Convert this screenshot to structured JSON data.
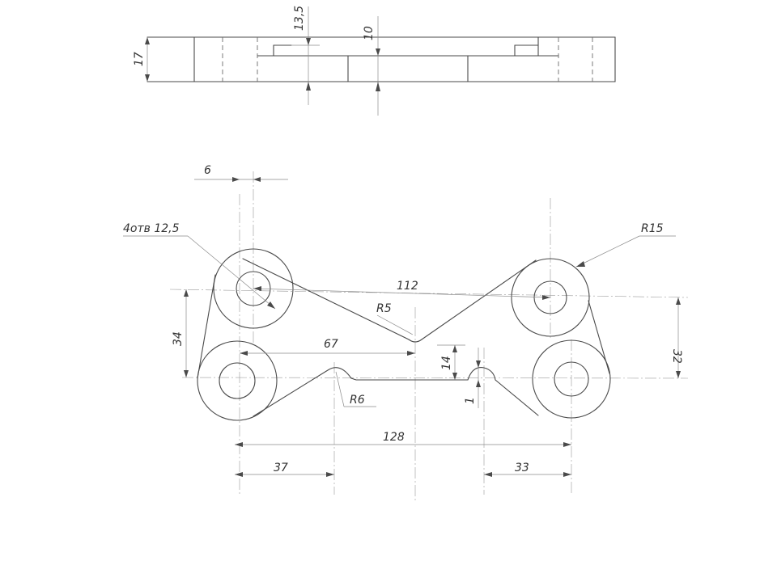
{
  "sheet": {
    "background": "#ffffff",
    "ink": "#4a4a4a"
  },
  "top_view": {
    "dim_thickness": "17",
    "dim_step": "13,5",
    "dim_plate": "10"
  },
  "plan_view": {
    "dim_offset": "6",
    "dim_holes": "4отв 12,5",
    "dim_radius_outer": "R15",
    "dim_span_diag": "112",
    "dim_radius_notch": "R5",
    "dim_left_height": "34",
    "dim_right_height": "32",
    "dim_inner_width": "67",
    "dim_notch_depth": "14",
    "dim_radius_small": "R6",
    "dim_small_gap": "1",
    "dim_total_width": "128",
    "dim_left_offset": "37",
    "dim_right_offset": "33"
  }
}
